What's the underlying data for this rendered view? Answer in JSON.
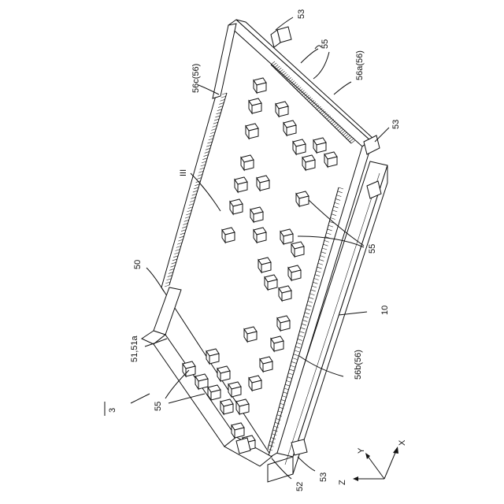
{
  "labels": {
    "l53_top": "53",
    "l55_top": "55",
    "l56a": "56a(56)",
    "l53_right": "53",
    "l56c": "56c(56)",
    "l3": "III",
    "l55_mid": "55",
    "l50": "50",
    "l10": "10",
    "l51": "51,51a",
    "l56b": "56b(56)",
    "l55_left": "55",
    "l3_assembly": "3",
    "l53_bottom": "53",
    "l52": "52"
  },
  "axes": {
    "x": "X",
    "y": "Y",
    "z": "Z"
  }
}
